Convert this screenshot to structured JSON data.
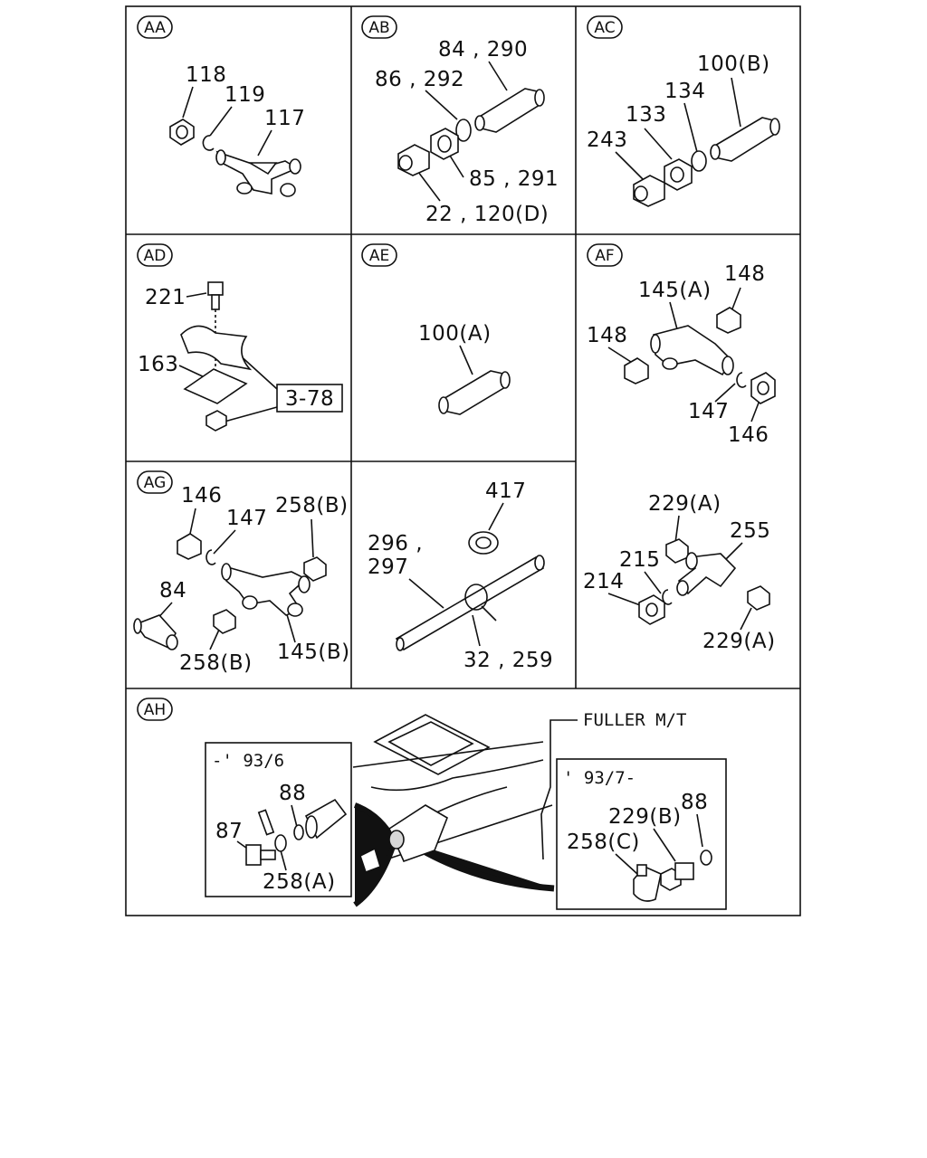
{
  "panels": {
    "AA": {
      "tag": "AA",
      "labels": [
        "118",
        "119",
        "117"
      ]
    },
    "AB": {
      "tag": "AB",
      "labels": [
        "84 , 290",
        "86 , 292",
        "85 , 291",
        "22 , 120(D)"
      ]
    },
    "AC": {
      "tag": "AC",
      "labels": [
        "100(B)",
        "134",
        "133",
        "243"
      ]
    },
    "AD": {
      "tag": "AD",
      "labels": [
        "221",
        "163"
      ],
      "ref_box": "3-78"
    },
    "AE": {
      "tag": "AE",
      "labels": [
        "100(A)"
      ]
    },
    "AF": {
      "tag": "AF",
      "labels": [
        "145(A)",
        "148",
        "148",
        "147",
        "146"
      ]
    },
    "AG": {
      "tag": "AG",
      "labels": [
        "146",
        "147",
        "258(B)",
        "84",
        "258(B)",
        "145(B)"
      ]
    },
    "AG2": {
      "labels": [
        "417",
        "296 ,",
        "297",
        "32 , 259"
      ]
    },
    "AF2": {
      "labels": [
        "229(A)",
        "255",
        "215",
        "214",
        "229(A)"
      ]
    },
    "AH": {
      "tag": "AH",
      "model_note": "FULLER M/T",
      "inset_left": {
        "date": "-' 93/6",
        "labels": [
          "88",
          "87",
          "258(A)"
        ]
      },
      "inset_right": {
        "date": "' 93/7-",
        "labels": [
          "229(B)",
          "88",
          "258(C)"
        ]
      }
    }
  }
}
